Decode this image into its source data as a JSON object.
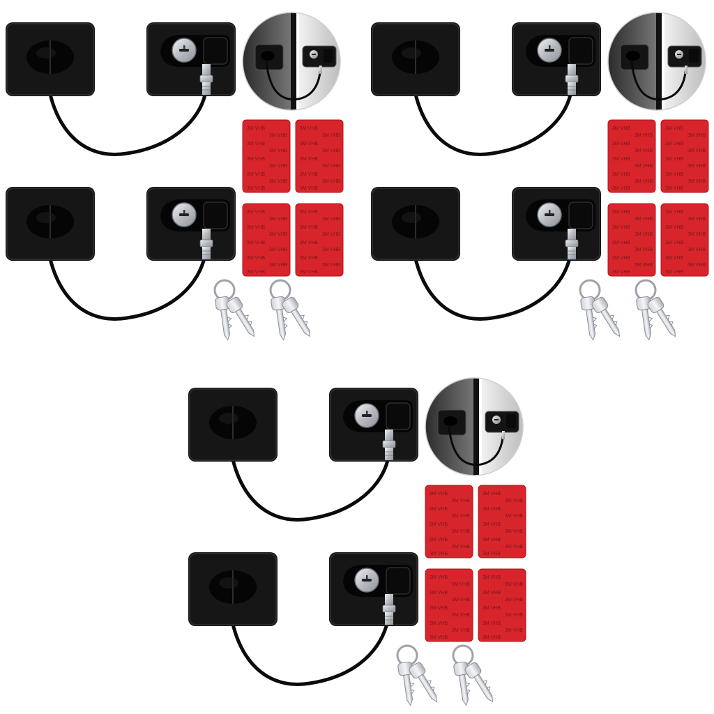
{
  "image": {
    "subject": "cable-window-lock-sets",
    "set_count": 3,
    "locks_per_set": 2,
    "adhesive_pads_per_set": 4,
    "keys_per_set": 4,
    "adhesive_print": "3M VHB",
    "colors": {
      "background": "#ffffff",
      "lock_body": "#161616",
      "cable": "#0d0d0d",
      "adhesive": "#d8242b",
      "metal": "#c9ccd0"
    }
  }
}
